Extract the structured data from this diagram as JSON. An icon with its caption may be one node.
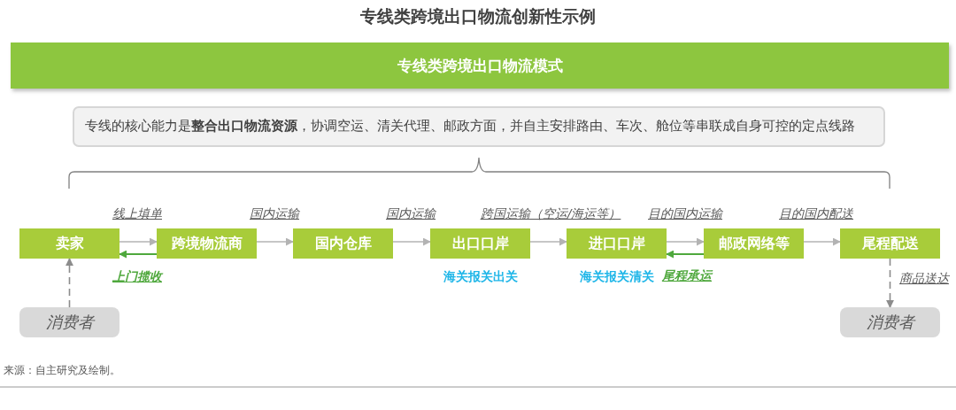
{
  "diagram": {
    "title": "专线类跨境出口物流创新性示例",
    "nodes": [
      {
        "text": [
          "专线类跨境出口物流模式"
        ]
      },
      {
        "text": [
          "专线的核心能力是**整合出口物流资源**，协调空运、清关代理、邮政方面，并自主安排路由、车次、舱位等串联成自身可控的定点线路"
        ]
      },
      {
        "text": [
          "卖家"
        ]
      },
      {
        "text": [
          "跨境物流商"
        ]
      },
      {
        "text": [
          "国内仓库"
        ]
      },
      {
        "text": [
          "出口口岸"
        ],
        "beside": [
          "海关报关出关"
        ]
      },
      {
        "text": [
          "进口口岸"
        ],
        "beside": [
          "海关报关清关"
        ]
      },
      {
        "text": [
          "邮政网络等"
        ]
      },
      {
        "text": [
          "尾程配送"
        ]
      },
      {
        "text": [
          "消费者"
        ]
      },
      {
        "text": [
          "消费者"
        ]
      }
    ],
    "edges": [
      {
        "from": 2,
        "to": 3,
        "arrow": "to",
        "label": "线上填单"
      },
      {
        "from": 3,
        "to": 2,
        "arrow": "to",
        "label": "上门揽收",
        "color": "#4fa83d"
      },
      {
        "from": 3,
        "to": 4,
        "arrow": "to",
        "label": "国内运输"
      },
      {
        "from": 4,
        "to": 5,
        "arrow": "to",
        "label": "国内运输"
      },
      {
        "from": 5,
        "to": 6,
        "arrow": "to",
        "label": "跨国运输（空运/海运等）"
      },
      {
        "from": 6,
        "to": 7,
        "arrow": "to",
        "label": "目的国内运输"
      },
      {
        "from": 7,
        "to": 6,
        "arrow": "to",
        "label": "尾程承运",
        "color": "#4fa83d"
      },
      {
        "from": 7,
        "to": 8,
        "arrow": "to",
        "label": "目的国内配送"
      },
      {
        "from": 9,
        "to": 2,
        "arrow": "to",
        "style": "dashed"
      },
      {
        "from": 8,
        "to": 10,
        "arrow": "to",
        "style": "dashed",
        "label": "商品送达"
      }
    ],
    "labels": [
      "来源：自主研究及绘制。"
    ]
  }
}
